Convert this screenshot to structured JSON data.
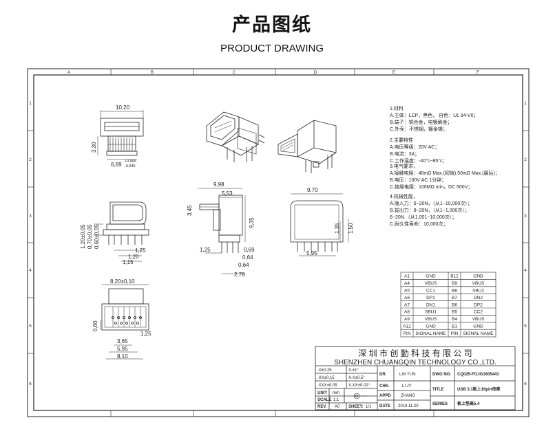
{
  "header": {
    "title": "产品图纸",
    "subtitle": "PRODUCT DRAWING"
  },
  "frame": {
    "columns": [
      "A",
      "B",
      "C",
      "D",
      "E",
      "F"
    ],
    "rows": [
      "1",
      "2",
      "3",
      "4",
      "5",
      "6"
    ]
  },
  "dimensions": {
    "v1_width": "10,20",
    "v1_height": "3,30",
    "v1_bottom": "6,69",
    "v1_tol_plus": "+0.065",
    "v1_tol_minus": "-0.045",
    "v2_h1": "1,20±0,05",
    "v2_h2": "0,70±0,05",
    "v2_h3": "0,60±0,05",
    "v2_b1": "1,25",
    "v2_b2": "1,20",
    "v2_b3": "1,15",
    "v3_top1": "9,98",
    "v3_top2": "5,53",
    "v3_left": "3,45",
    "v3_height": "9,35",
    "v3_d1": "1,25",
    "v3_d2": "0,69",
    "v3_d3": "0,64",
    "v3_d4": "0,64",
    "v3_d5": "2,78",
    "v4_width": "9,70",
    "v4_h1": "1,35",
    "v4_h2": "1,50",
    "v4_bottom": "5,95",
    "v5_width": "8,20±0,10",
    "v5_left": "0,60",
    "v5_right": "1,25",
    "v5_b1": "3,65",
    "v5_b2": "5,95",
    "v5_b3": "8,10"
  },
  "notes": [
    "1.材料",
    "A.主体：LCP，黑色， 自色：UL 94-V0；",
    "B.端子：铜合金，电镀刷金；",
    "C.外壳：不锈钢，镀金镍；",
    "",
    "2.主要特性",
    "A.电压等级：20V AC；",
    "B.电流：3A；",
    "C.工作温度：-40°c~85°c；",
    "",
    "3.电气要求，",
    "A.接触电阻：40mΩ Max.(初始),50mΩ Max.(最后)；",
    "B.电压：100V AC 1分钟；",
    "C.绝缘电阻：100MΩ min，DC 500V；",
    "",
    "4.机械性能，",
    "A.插入力：5~20N，（从1~10,000次）；",
    "B.拔出力：8~20N，（从1~1,000次）；",
    "    6~20N.（从1,001~10,000次）；",
    "C.耐久性寿命：10,000次；"
  ],
  "pin_table": {
    "rows": [
      [
        "A1",
        "GND",
        "B12",
        "GND"
      ],
      [
        "A4",
        "VBUS",
        "B9",
        "VBUS"
      ],
      [
        "A5",
        "CC1",
        "B8",
        "SBU2"
      ],
      [
        "A6",
        "DP1",
        "B7",
        "DN2"
      ],
      [
        "A7",
        "DN1",
        "B6",
        "DP2"
      ],
      [
        "A8",
        "SBU1",
        "B5",
        "CC2"
      ],
      [
        "A9",
        "VBUS",
        "B4",
        "VBUS"
      ],
      [
        "A12",
        "GND",
        "B1",
        "GND"
      ],
      [
        "PIN",
        "SIGNAL NAME",
        "PIN",
        "SIGNAL NAME"
      ]
    ]
  },
  "title_block": {
    "company_cn": "深 圳 市 创 勤 科 技 有 限 公 司",
    "company_en": "SHENZHEN CHUANGQIN TECHNOLOGY CO.,LTD.",
    "tol_x1": ".X±0.25",
    "tol_x2": "X.±1°",
    "tol_xx1": ".XX±0.15",
    "tol_xx2": "X.X±0.5°",
    "tol_xxx1": ".XXX±0.05",
    "tol_xxx2": "X.XX±0.02°",
    "unit_label": "UNIT",
    "unit_value": "mm",
    "scale_label": "SCALE",
    "scale_value": "1:1",
    "rev_label": "REV.",
    "rev_value": "A0",
    "sheet_label": "SHEET:",
    "sheet_value": "1/1",
    "dr_label": "DR.",
    "dr_value": "LIN YUN",
    "chk_label": "CHK.",
    "chk_value": "LI JY",
    "appd_label": "APPD",
    "appd_value": "ZHANG",
    "date_label": "DATE",
    "date_value": "2019.11.20",
    "dwg_label": "DWG NO.",
    "dwg_value": "CQ025-FGJG1605441",
    "title_label": "TITLE",
    "title_value": "USB 3.1板上16pin母座",
    "series_label": "SERIES",
    "series_value": "板上垫高5.4"
  }
}
